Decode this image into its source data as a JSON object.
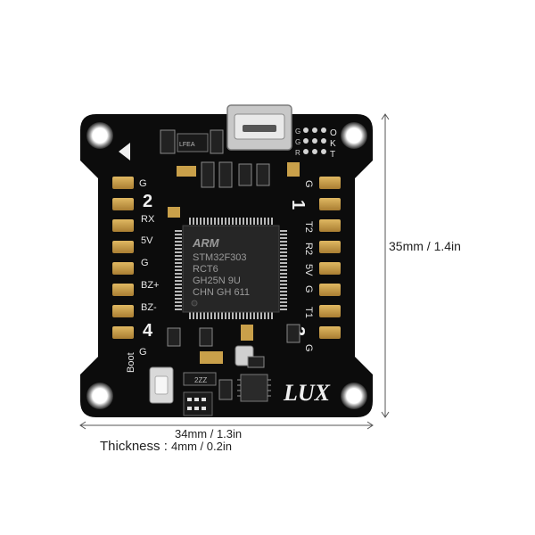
{
  "dimensions": {
    "height": "35mm / 1.4in",
    "width": "34mm / 1.3in",
    "thickness_label": "Thickness",
    "thickness_sep": ":",
    "thickness_value": "4mm / 0.2in"
  },
  "board": {
    "brand": "LUX",
    "mcu_lines": [
      "STM32F303",
      "RCT6",
      "GH25N 9U",
      "CHN GH 611"
    ],
    "mcu_logo": "ARM",
    "left_labels": [
      "G",
      "RX",
      "5V",
      "G",
      "BZ+",
      "BZ-",
      "G"
    ],
    "left_numbers": [
      "2",
      "4"
    ],
    "right_labels": [
      "G",
      "T2",
      "R2",
      "5V",
      "G",
      "T1",
      "G"
    ],
    "right_numbers": [
      "1",
      "3"
    ],
    "top_labels": [
      "O",
      "K",
      "T"
    ],
    "top_small": [
      "G",
      "G",
      "R"
    ],
    "boot_label": "Boot",
    "led_label": "LFEA",
    "sensor_label": "2ZZ"
  },
  "colors": {
    "pcb": "#0c0c0c",
    "pad": "#c9a04a",
    "silk": "#e8e8e8",
    "dimension_line": "#555555"
  }
}
